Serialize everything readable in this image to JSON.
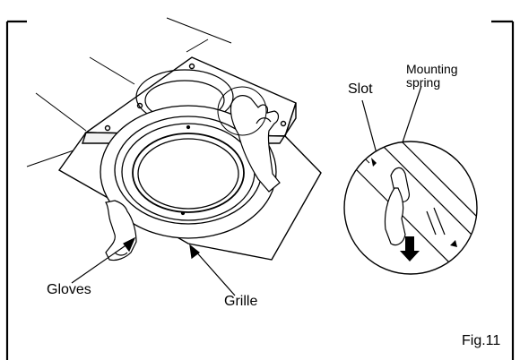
{
  "labels": {
    "slot": "Slot",
    "mounting_spring_line1": "Mounting",
    "mounting_spring_line2": "spring",
    "gloves": "Gloves",
    "grille": "Grille",
    "figure": "Fig.11"
  }
}
